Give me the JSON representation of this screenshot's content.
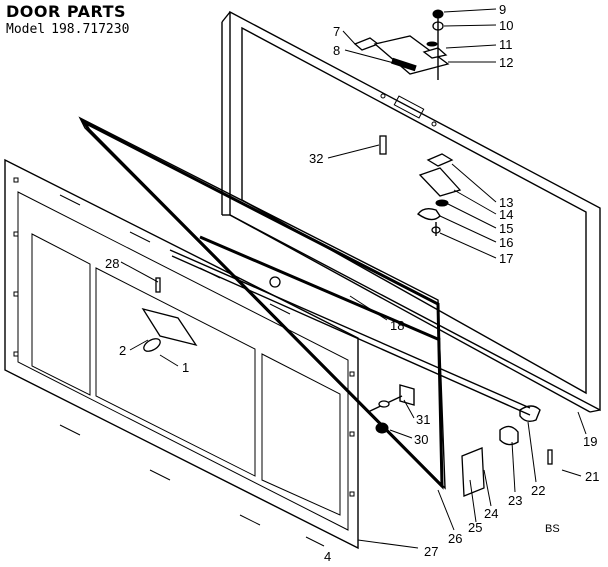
{
  "header": {
    "title": "DOOR PARTS",
    "model_prefix": "Model",
    "model_number": "198.717230"
  },
  "callouts": [
    "1",
    "2",
    "4",
    "7",
    "8",
    "9",
    "10",
    "11",
    "12",
    "13",
    "14",
    "15",
    "16",
    "17",
    "18",
    "19",
    "21",
    "22",
    "23",
    "24",
    "25",
    "26",
    "27",
    "28",
    "30",
    "31",
    "32"
  ],
  "diagram_code": "BS"
}
